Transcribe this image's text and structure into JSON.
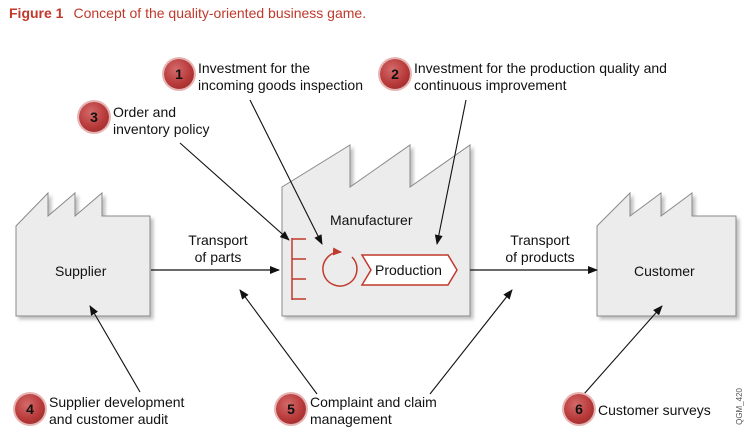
{
  "caption": {
    "figure_label": "Figure 1",
    "title": "Concept of the quality-oriented business game."
  },
  "nodes": {
    "supplier": "Supplier",
    "manufacturer": "Manufacturer",
    "production": "Production",
    "customer": "Customer"
  },
  "flows": {
    "parts_line1": "Transport",
    "parts_line2": "of parts",
    "products_line1": "Transport",
    "products_line2": "of products"
  },
  "levers": [
    {
      "number": "1",
      "line1": "Investment for the",
      "line2": "incoming goods inspection"
    },
    {
      "number": "2",
      "line1": "Investment for the production quality and",
      "line2": "continuous improvement"
    },
    {
      "number": "3",
      "line1": "Order and",
      "line2": "inventory policy"
    },
    {
      "number": "4",
      "line1": "Supplier development",
      "line2": "and customer audit"
    },
    {
      "number": "5",
      "line1": "Complaint and claim",
      "line2": "management"
    },
    {
      "number": "6",
      "line1": "Customer surveys",
      "line2": ""
    }
  ],
  "side_code": "QGM_420",
  "colors": {
    "accent": "#c0392b",
    "factory_fill": "#ececec",
    "factory_stroke": "#8a8a8a"
  }
}
